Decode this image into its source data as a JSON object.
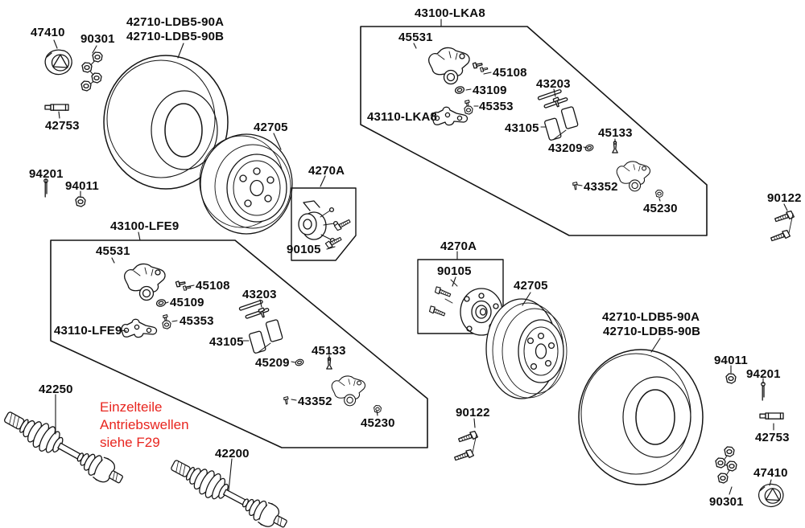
{
  "title": "Exploded wheel / brake / driveshaft parts diagram",
  "regions": {
    "left_assembly": "43100-LFE9",
    "right_assembly": "43100-LKA8"
  },
  "labels": {
    "47410": "47410",
    "90301": "90301",
    "tire_a": "42710-LDB5-90A",
    "tire_b": "42710-LDB5-90B",
    "42753": "42753",
    "94201": "94201",
    "94011": "94011",
    "42705": "42705",
    "4270A": "4270A",
    "90105": "90105",
    "45531": "45531",
    "45108": "45108",
    "45109": "45109",
    "43109": "43109",
    "45353": "45353",
    "43110-LFE9": "43110-LFE9",
    "43110-LKA8": "43110-LKA8",
    "43203": "43203",
    "43105": "43105",
    "45209": "45209",
    "43209": "43209",
    "45133": "45133",
    "43352": "43352",
    "45230": "45230",
    "42250": "42250",
    "42200": "42200",
    "90122": "90122"
  },
  "note": {
    "lines": [
      "Einzelteile",
      "Antriebswellen",
      "siehe F29"
    ],
    "color": "#e8251f",
    "reference": "F29"
  },
  "colors": {
    "line": "#141414",
    "background": "#ffffff",
    "note_red": "#e8251f"
  }
}
